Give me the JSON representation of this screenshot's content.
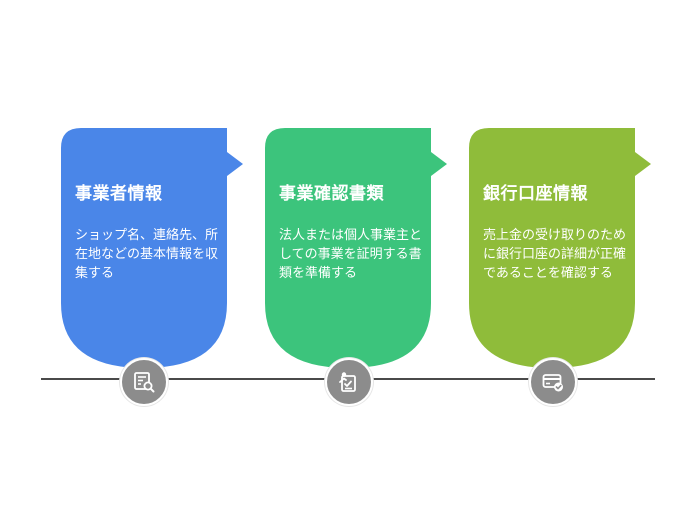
{
  "steps": [
    {
      "title": "事業者情報",
      "description": "ショップ名、連絡先、所在地などの基本情報を収集する",
      "color": "#4a86e8",
      "icon": "document-search-icon"
    },
    {
      "title": "事業確認書類",
      "description": "法人または個人事業主としての事業を証明する書類を準備する",
      "color": "#3cc47c",
      "icon": "checklist-person-icon"
    },
    {
      "title": "銀行口座情報",
      "description": "売上金の受け取りのために銀行口座の詳細が正確であることを確認する",
      "color": "#8fbc3a",
      "icon": "card-check-icon"
    }
  ],
  "colors": {
    "timeline": "#4a4a4a",
    "node": "#8c8c8c",
    "text": "#ffffff"
  }
}
